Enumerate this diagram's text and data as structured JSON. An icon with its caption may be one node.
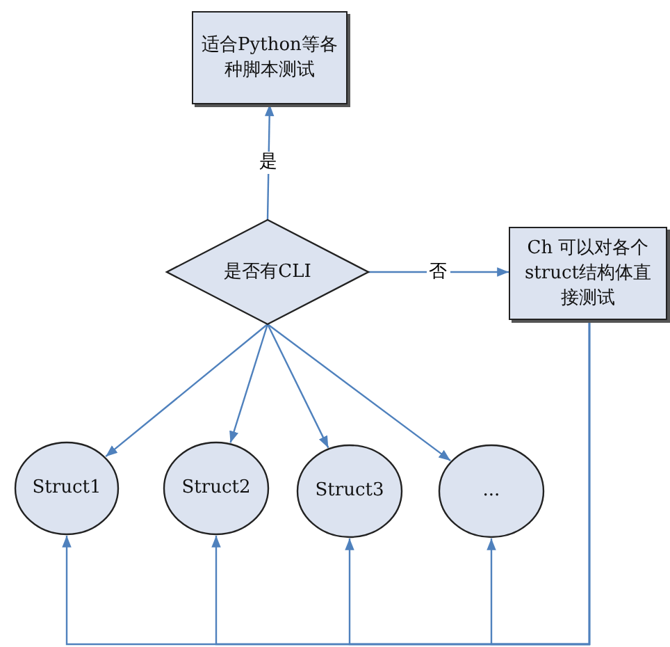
{
  "diagram": {
    "nodes": [
      {
        "text": [
          "适合Python等各种脚本测试"
        ]
      },
      {
        "text": [
          "是否有CLI"
        ]
      },
      {
        "text": [
          "Ch 可以对各个struct结构体直接测试"
        ]
      },
      {
        "text": [
          "Struct1"
        ]
      },
      {
        "text": [
          "Struct2"
        ]
      },
      {
        "text": [
          "Struct3"
        ]
      },
      {
        "text": [
          "..."
        ]
      }
    ],
    "edges": [
      {
        "from": 1,
        "to": 0,
        "arrow": "to",
        "label": "是"
      },
      {
        "from": 1,
        "to": 2,
        "arrow": "to",
        "label": "否"
      },
      {
        "from": 1,
        "to": 3,
        "arrow": "to"
      },
      {
        "from": 1,
        "to": 4,
        "arrow": "to"
      },
      {
        "from": 1,
        "to": 5,
        "arrow": "to"
      },
      {
        "from": 1,
        "to": 6,
        "arrow": "to"
      },
      {
        "from": 2,
        "to": 3,
        "arrow": "to"
      },
      {
        "from": 2,
        "to": 4,
        "arrow": "to"
      },
      {
        "from": 2,
        "to": 5,
        "arrow": "to"
      },
      {
        "from": 2,
        "to": 6,
        "arrow": "to"
      }
    ]
  }
}
